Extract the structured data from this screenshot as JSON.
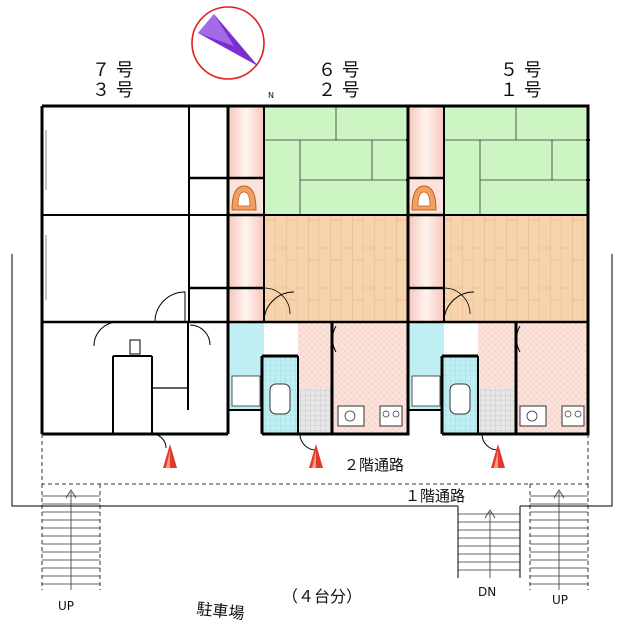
{
  "units": {
    "left_a": "７ 号",
    "left_b": "３ 号",
    "mid_a": "６ 号",
    "mid_b": "２ 号",
    "right_a": "５ 号",
    "right_b": "１ 号"
  },
  "compass": {
    "north_label": "N"
  },
  "corridors": {
    "second_floor": "２階通路",
    "first_floor": "１階通路"
  },
  "stairs": {
    "left": "UP",
    "middle": "DN",
    "right": "UP"
  },
  "parking": {
    "label": "駐車場",
    "capacity": "（４台分）"
  },
  "colors": {
    "tatami": "#cdf5c3",
    "wood": "#f7d3ad",
    "pink": "#fbe3dc",
    "bath": "#bfeff2",
    "arrow": "#e23a2a",
    "compass_needle": "#7b2fd0",
    "compass_ring": "#e02020"
  }
}
